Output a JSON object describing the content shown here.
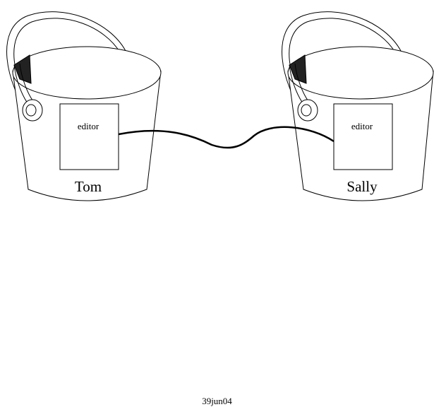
{
  "diagram": {
    "left_bucket": {
      "box_label": "editor",
      "name": "Tom"
    },
    "right_bucket": {
      "box_label": "editor",
      "name": "Sally"
    }
  },
  "footer": {
    "text": "39jun04"
  },
  "colors": {
    "stroke": "#000000",
    "fill": "#ffffff",
    "handle_band": "#222222"
  }
}
